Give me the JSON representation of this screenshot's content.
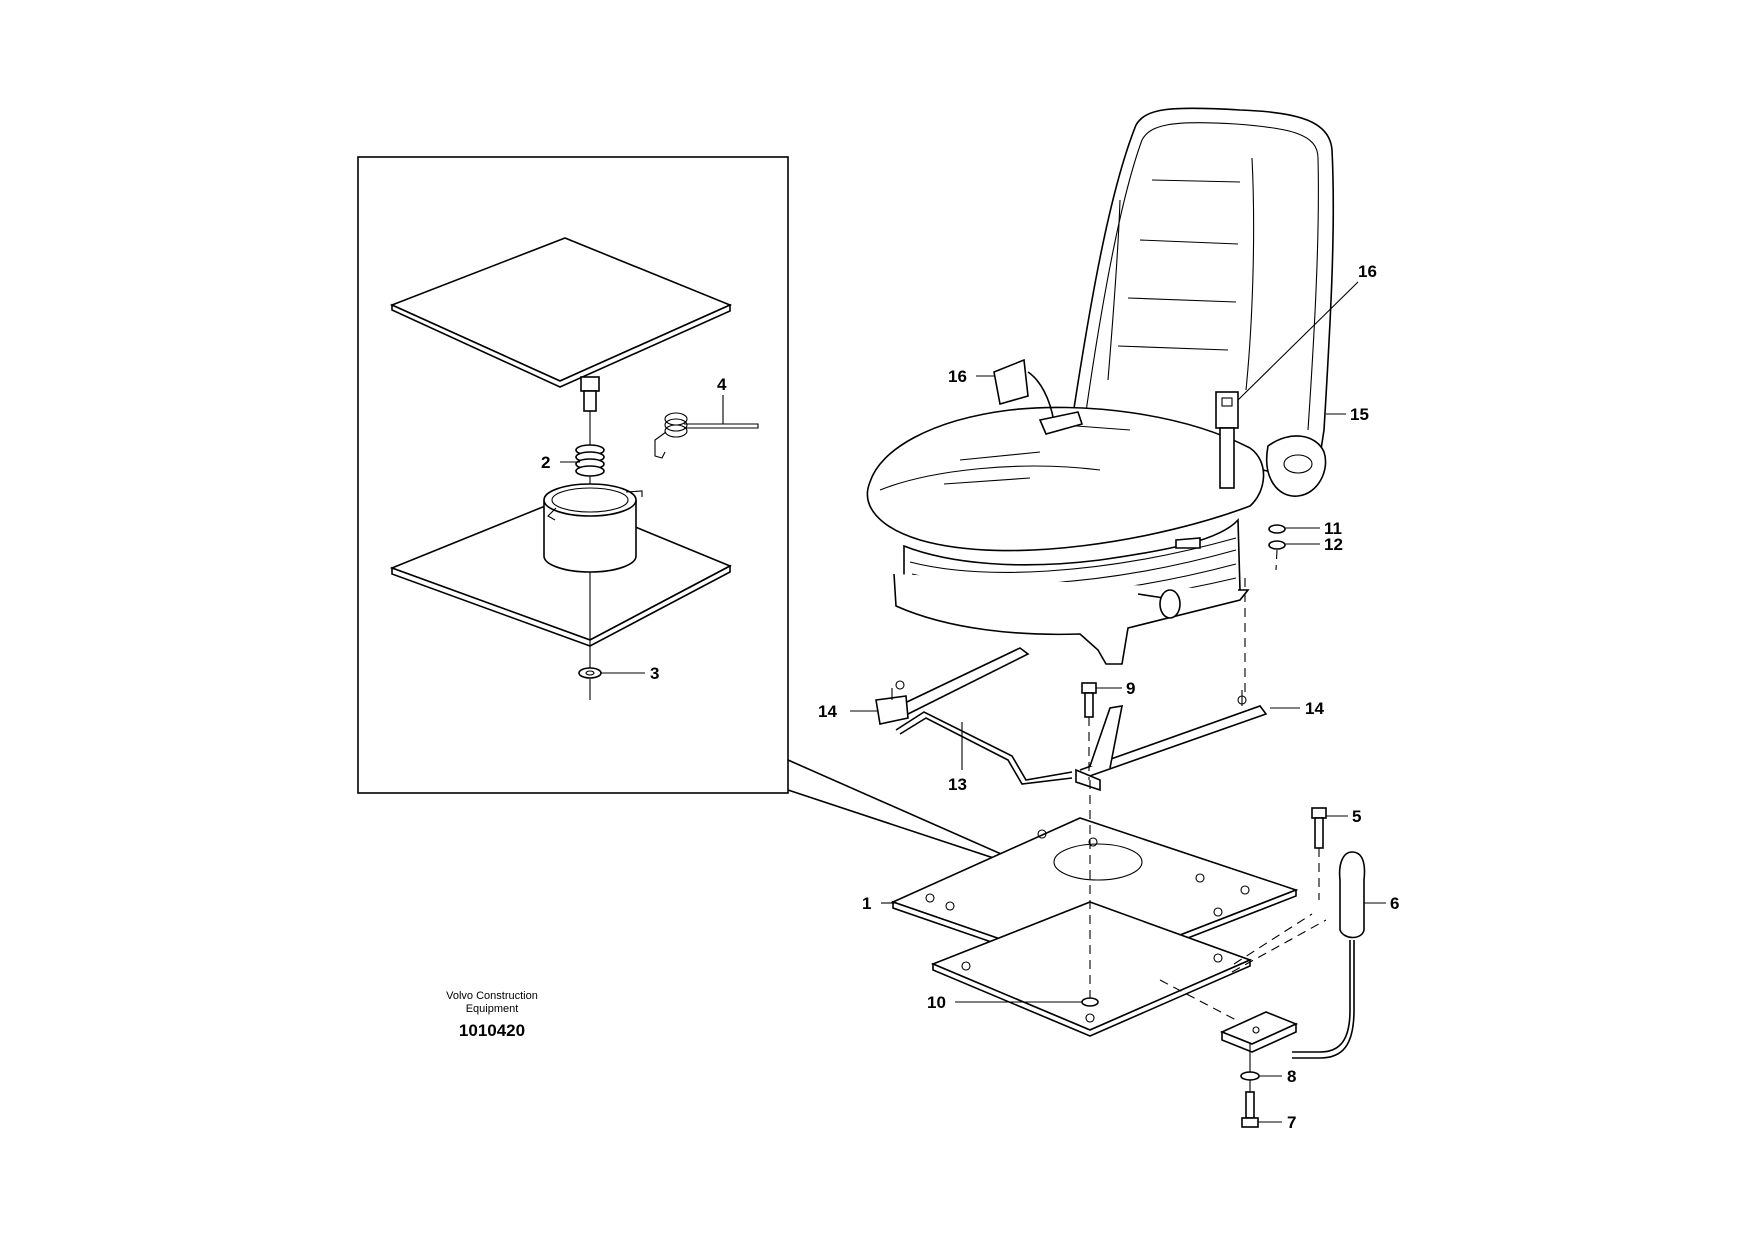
{
  "credit": {
    "line1": "Volvo Construction",
    "line2": "Equipment",
    "number": "1010420"
  },
  "callouts": [
    {
      "id": "c1",
      "label": "1"
    },
    {
      "id": "c2",
      "label": "2"
    },
    {
      "id": "c3",
      "label": "3"
    },
    {
      "id": "c4",
      "label": "4"
    },
    {
      "id": "c5",
      "label": "5"
    },
    {
      "id": "c6",
      "label": "6"
    },
    {
      "id": "c7",
      "label": "7"
    },
    {
      "id": "c8",
      "label": "8"
    },
    {
      "id": "c9",
      "label": "9"
    },
    {
      "id": "c10",
      "label": "10"
    },
    {
      "id": "c11",
      "label": "11"
    },
    {
      "id": "c12",
      "label": "12"
    },
    {
      "id": "c13",
      "label": "13"
    },
    {
      "id": "c14a",
      "label": "14"
    },
    {
      "id": "c14b",
      "label": "14"
    },
    {
      "id": "c15",
      "label": "15"
    },
    {
      "id": "c16a",
      "label": "16"
    },
    {
      "id": "c16b",
      "label": "16"
    }
  ]
}
